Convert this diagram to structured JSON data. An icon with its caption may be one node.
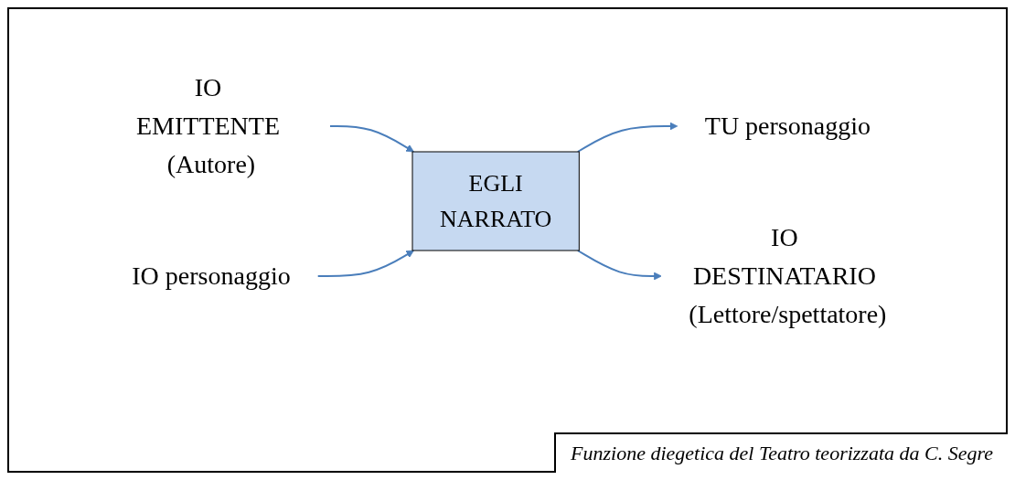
{
  "diagram": {
    "caption": "Funzione diegetica del Teatro teorizzata da C. Segre",
    "nodes": [
      {
        "text": [
          "IO EMITTENTE (Autore)"
        ]
      },
      {
        "text": [
          "IO personaggio"
        ]
      },
      {
        "text": [
          "EGLI",
          "NARRATO"
        ]
      },
      {
        "text": [
          "TU personaggio"
        ]
      },
      {
        "text": [
          "IO DESTINATARIO (Lettore/spettatore)"
        ]
      }
    ],
    "edges": [
      {
        "from": 0,
        "to": 2,
        "arrow": "to"
      },
      {
        "from": 1,
        "to": 2,
        "arrow": "to"
      },
      {
        "from": 2,
        "to": 3,
        "arrow": "to"
      },
      {
        "from": 2,
        "to": 4,
        "arrow": "to"
      }
    ]
  }
}
